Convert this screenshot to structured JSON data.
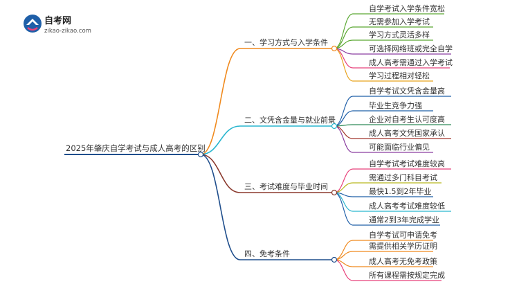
{
  "logo": {
    "title": "自考网",
    "subtitle": "zikao-zikao.com"
  },
  "root": {
    "label": "2025年肇庆自学考试与成人高考的区别",
    "color": "#1f4e8c"
  },
  "branches": [
    {
      "label": "一、学习方式与入学条件",
      "color": "#f08a1e",
      "children": [
        {
          "label": "自学考试入学条件宽松",
          "color": "#5aa832"
        },
        {
          "label": "无需参加入学考试",
          "color": "#5aa832"
        },
        {
          "label": "学习方式灵活多样",
          "color": "#5aa832"
        },
        {
          "label": "可选择网络班或完全自学",
          "color": "#8b3fa0"
        },
        {
          "label": "成人高考需通过入学考试",
          "color": "#e8417a"
        },
        {
          "label": "学习过程相对轻松",
          "color": "#e8a31e"
        }
      ]
    },
    {
      "label": "二、文凭含金量与就业前景",
      "color": "#29b6cf",
      "children": [
        {
          "label": "自学考试文凭含金量高",
          "color": "#1f5fa8"
        },
        {
          "label": "毕业生竞争力强",
          "color": "#1f5fa8"
        },
        {
          "label": "企业对自考生认可度高",
          "color": "#2e8b57"
        },
        {
          "label": "成人高考文凭国家承认",
          "color": "#a0342a"
        },
        {
          "label": "可能面临行业偏见",
          "color": "#8b3fa0"
        }
      ]
    },
    {
      "label": "三、考试难度与毕业时间",
      "color": "#8b3a2e",
      "children": [
        {
          "label": "自学考试考试难度较高",
          "color": "#e8417a"
        },
        {
          "label": "需通过多门科目考试",
          "color": "#b8b81e"
        },
        {
          "label": "最快1.5到2年毕业",
          "color": "#1f5fa8"
        },
        {
          "label": "成人高考考试难度较低",
          "color": "#29b6cf"
        },
        {
          "label": "通常2到3年完成学业",
          "color": "#1f5fa8"
        }
      ]
    },
    {
      "label": "四、免考条件",
      "color": "#1f4e8c",
      "children": [
        {
          "label": "自学考试可申请免考",
          "color": "#f08a1e"
        },
        {
          "label": "需提供相关学历证明",
          "color": "#f08a1e"
        },
        {
          "label": "成人高考无免考政策",
          "color": "#f08a1e"
        },
        {
          "label": "所有课程需按规定完成",
          "color": "#e8417a"
        }
      ]
    }
  ]
}
